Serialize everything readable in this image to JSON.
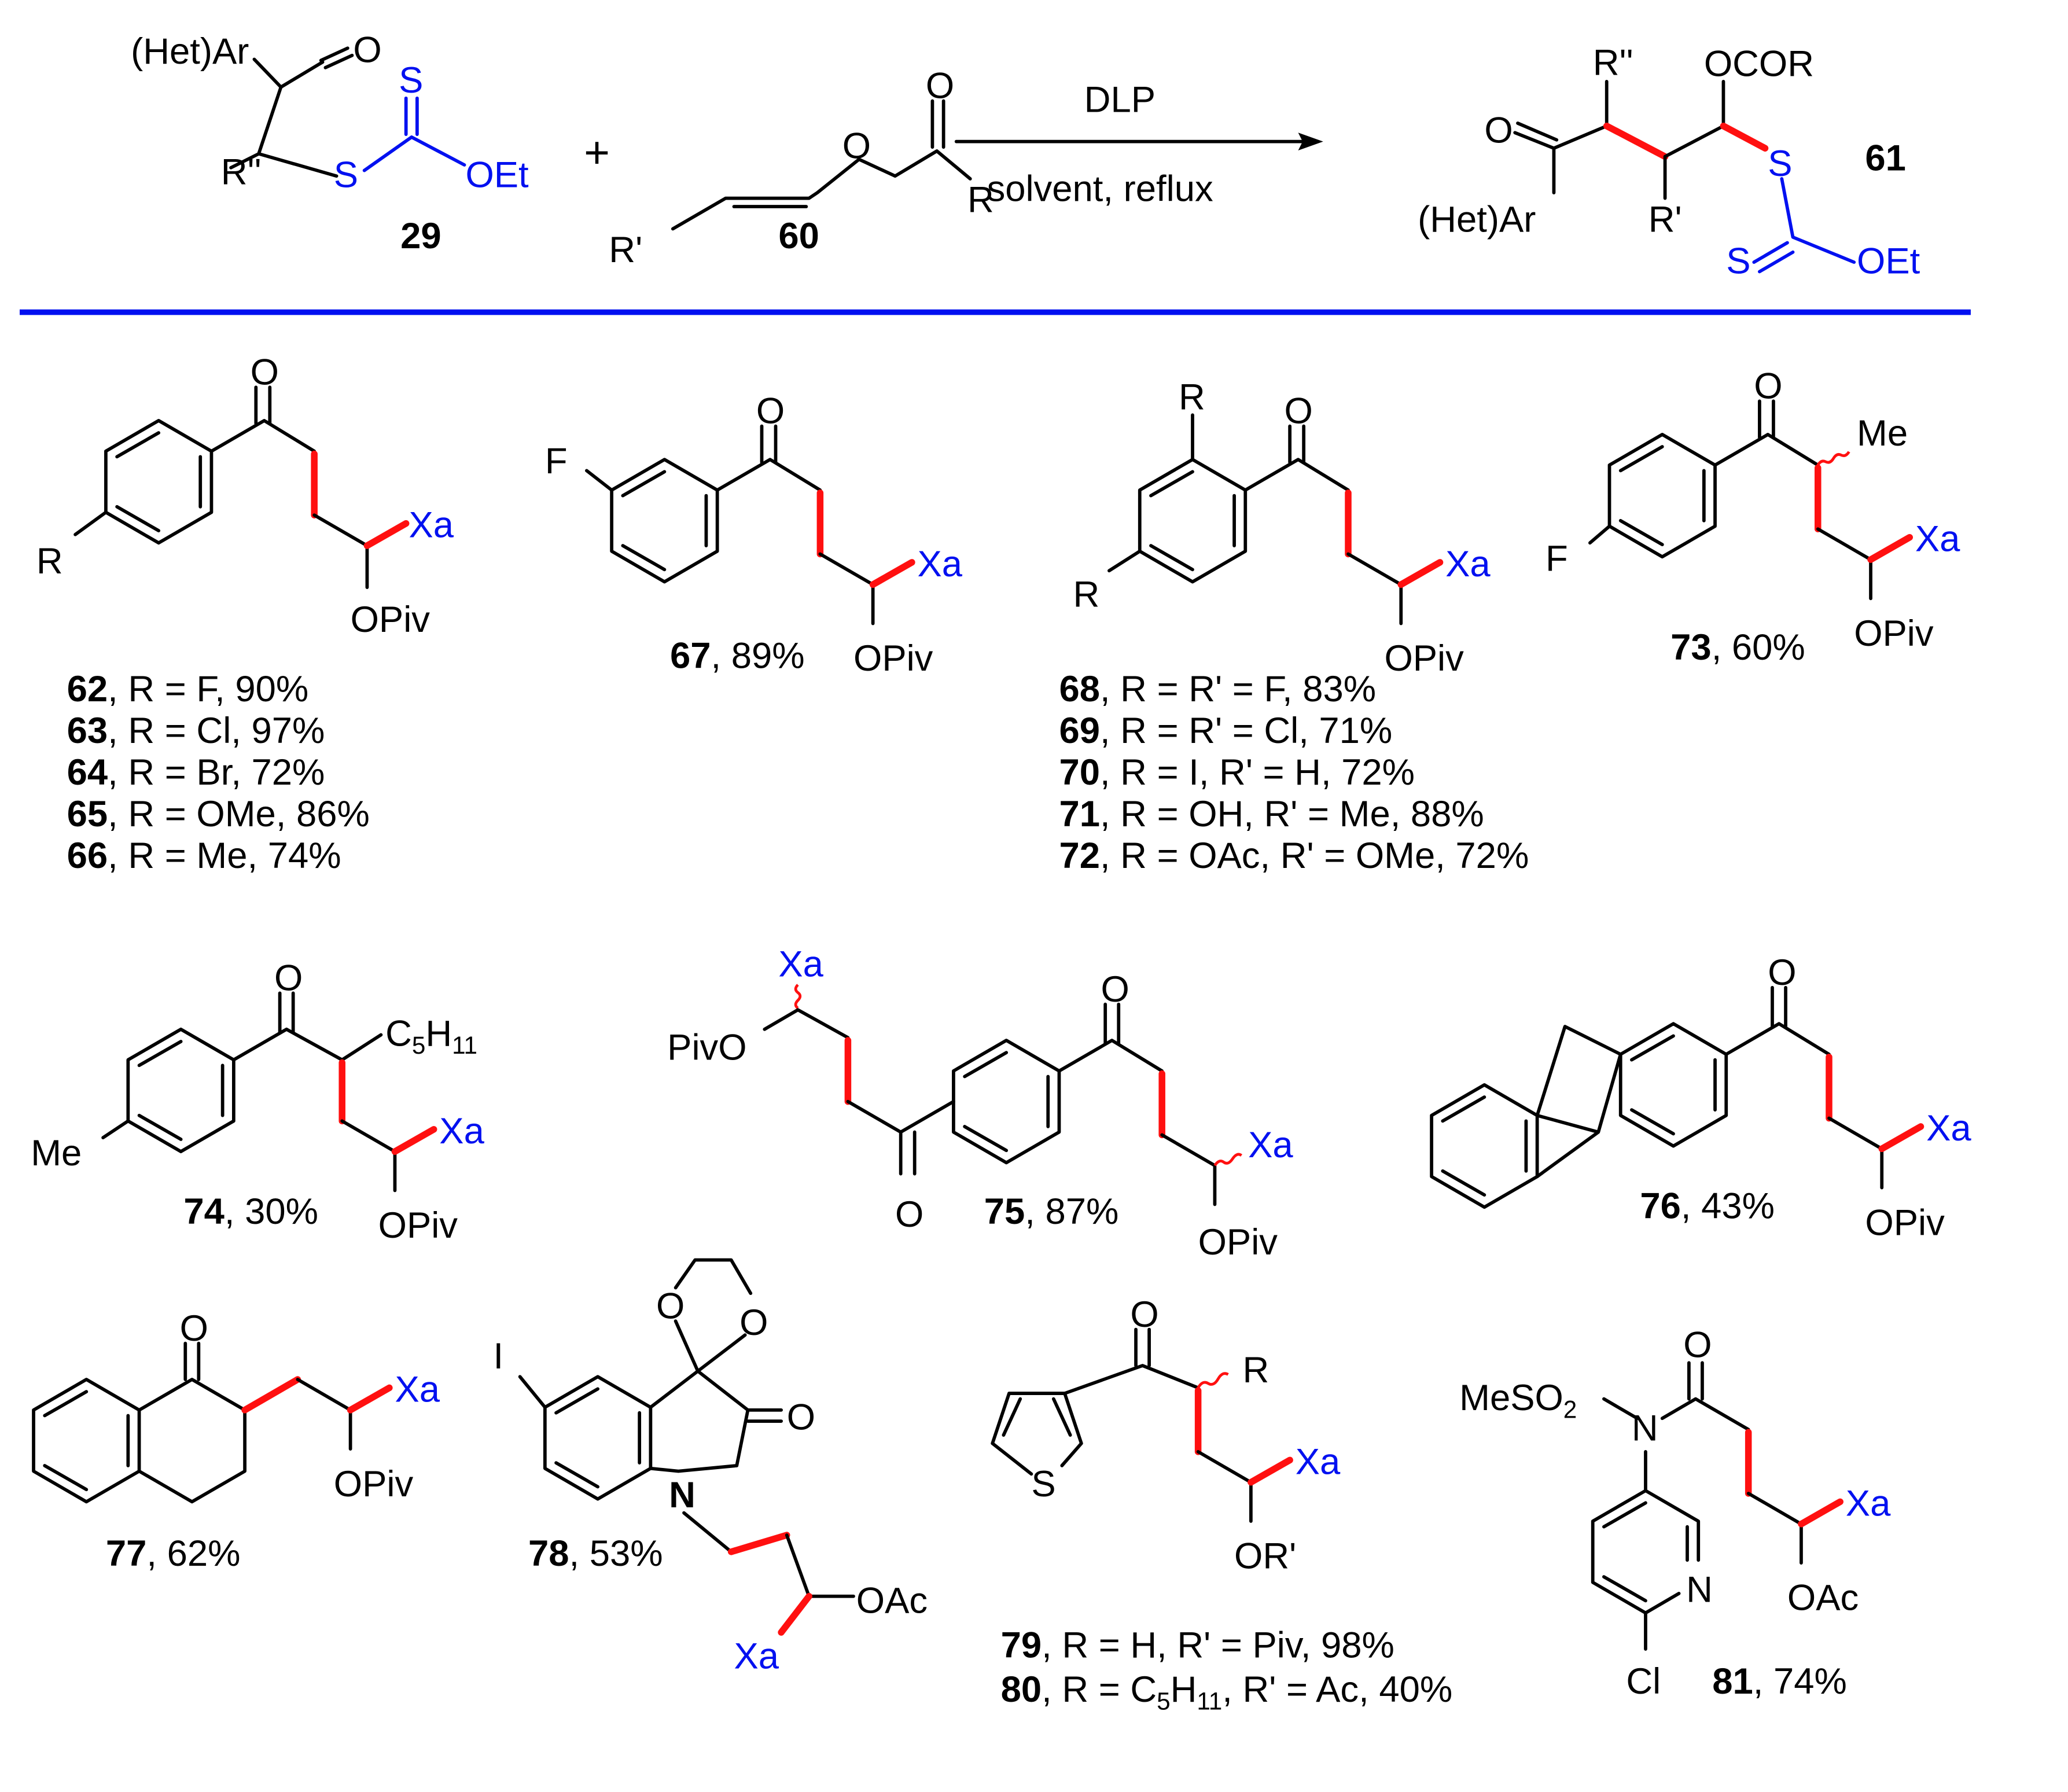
{
  "colors": {
    "accent_blue": "#0010f0",
    "bond_red": "#ff1010",
    "ink": "#000000"
  },
  "reaction": {
    "r29": {
      "aryl": "(Het)Ar",
      "o": "O",
      "rpp": "R''",
      "s1": "S",
      "s2": "S",
      "oet": "OEt",
      "num": "29"
    },
    "plus": "+",
    "r60": {
      "o1": "O",
      "o2": "O",
      "r": "R",
      "rp": "R'",
      "num": "60"
    },
    "conditions": {
      "reagent": "DLP",
      "cond": "solvent, reflux"
    },
    "p61": {
      "rpp": "R''",
      "ocor": "OCOR",
      "o": "O",
      "s1": "S",
      "s2": "S",
      "aryl": "(Het)Ar",
      "rp": "R'",
      "oet": "OEt",
      "num": "61"
    }
  },
  "compounds": {
    "c62": {
      "o": "O",
      "r": "R",
      "xa": "Xa",
      "opiv": "OPiv",
      "entries": [
        {
          "num": "62",
          "text": ", R = F, 90%"
        },
        {
          "num": "63",
          "text": ", R = Cl, 97%"
        },
        {
          "num": "64",
          "text": ", R = Br, 72%"
        },
        {
          "num": "65",
          "text": ", R = OMe, 86%"
        },
        {
          "num": "66",
          "text": ", R = Me, 74%"
        }
      ]
    },
    "c67": {
      "o": "O",
      "f": "F",
      "xa": "Xa",
      "opiv": "OPiv",
      "num": "67",
      "text": ", 89%"
    },
    "c68": {
      "o": "O",
      "r1": "R",
      "r2": "R",
      "xa": "Xa",
      "opiv": "OPiv",
      "entries": [
        {
          "num": "68",
          "text": ", R = R' = F, 83%"
        },
        {
          "num": "69",
          "text": ", R = R' = Cl, 71%"
        },
        {
          "num": "70",
          "text": ", R = I, R' = H, 72%"
        },
        {
          "num": "71",
          "text": ", R = OH, R' = Me, 88%"
        },
        {
          "num": "72",
          "text": ", R = OAc, R' = OMe, 72%"
        }
      ]
    },
    "c73": {
      "o": "O",
      "f": "F",
      "me": "Me",
      "xa": "Xa",
      "opiv": "OPiv",
      "num": "73",
      "text": ", 60%"
    },
    "c74": {
      "o": "O",
      "c5": "C",
      "c5sub1": "5",
      "c5h": "H",
      "c5sub2": "11",
      "me": "Me",
      "xa": "Xa",
      "opiv": "OPiv",
      "num": "74",
      "text": ", 30%"
    },
    "c75": {
      "xa1": "Xa",
      "pivo": "PivO",
      "o1": "O",
      "o2": "O",
      "xa2": "Xa",
      "opiv": "OPiv",
      "num": "75",
      "text": ", 87%"
    },
    "c76": {
      "o": "O",
      "xa": "Xa",
      "opiv": "OPiv",
      "num": "76",
      "text": ", 43%"
    },
    "c77": {
      "o": "O",
      "xa": "Xa",
      "opiv": "OPiv",
      "num": "77",
      "text": ", 62%"
    },
    "c78": {
      "i": "I",
      "o1": "O",
      "o2": "O",
      "o3": "O",
      "n": "N",
      "xa": "Xa",
      "oac": "OAc",
      "num": "78",
      "text": ", 53%"
    },
    "c79": {
      "o": "O",
      "s": "S",
      "r": "R",
      "xa": "Xa",
      "orp": "OR'",
      "e1": {
        "num": "79",
        "text": ", R = H, R' = Piv, 98%"
      },
      "e2": {
        "num": "80",
        "t1": ", R = C",
        "sub1": "5",
        "t2": "H",
        "sub2": "11",
        "t3": ", R' = Ac, 40%"
      }
    },
    "c81": {
      "o": "O",
      "meso2": "MeSO",
      "sub2": "2",
      "n1": "N",
      "n2": "N",
      "cl": "Cl",
      "xa": "Xa",
      "oac": "OAc",
      "num": "81",
      "text": ", 74%"
    }
  }
}
